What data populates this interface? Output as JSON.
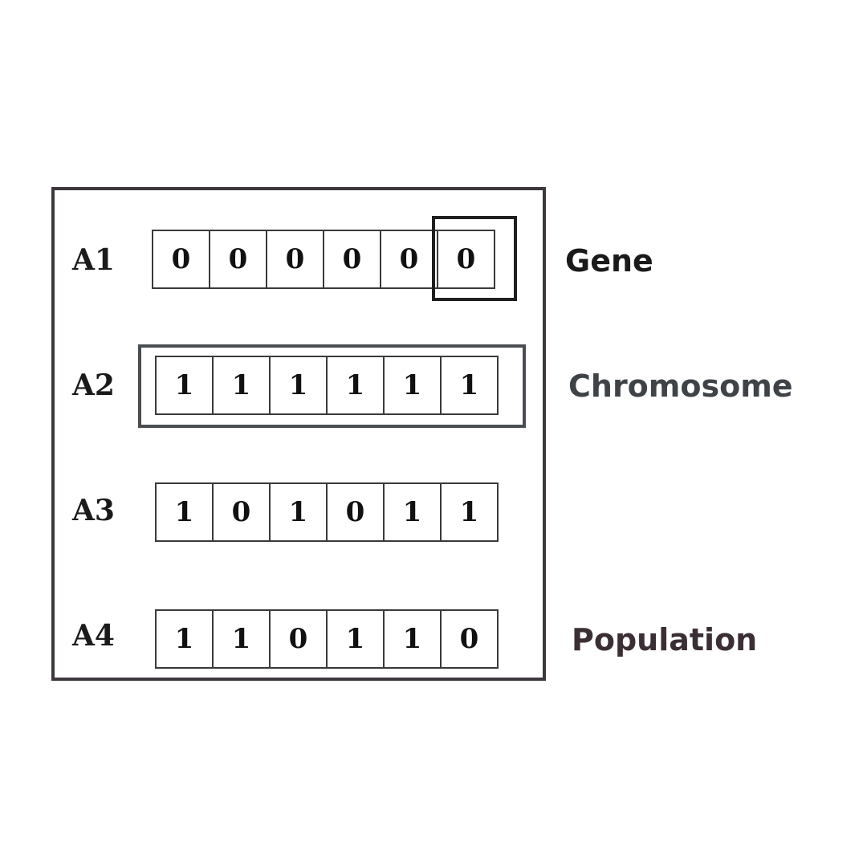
{
  "rows": [
    {
      "label": "A1",
      "genes": [
        "0",
        "0",
        "0",
        "0",
        "0",
        "0"
      ]
    },
    {
      "label": "A2",
      "genes": [
        "1",
        "1",
        "1",
        "1",
        "1",
        "1"
      ]
    },
    {
      "label": "A3",
      "genes": [
        "1",
        "0",
        "1",
        "0",
        "1",
        "1"
      ]
    },
    {
      "label": "A4",
      "genes": [
        "1",
        "1",
        "0",
        "1",
        "1",
        "0"
      ]
    }
  ],
  "annotations": {
    "gene": "Gene",
    "chromosome": "Chromosome",
    "population": "Population"
  },
  "colors": {
    "frame": "#3d373c",
    "gene_text": "#1a1a1a",
    "chromosome_text": "#3f4347",
    "population_text": "#3b2f35"
  }
}
